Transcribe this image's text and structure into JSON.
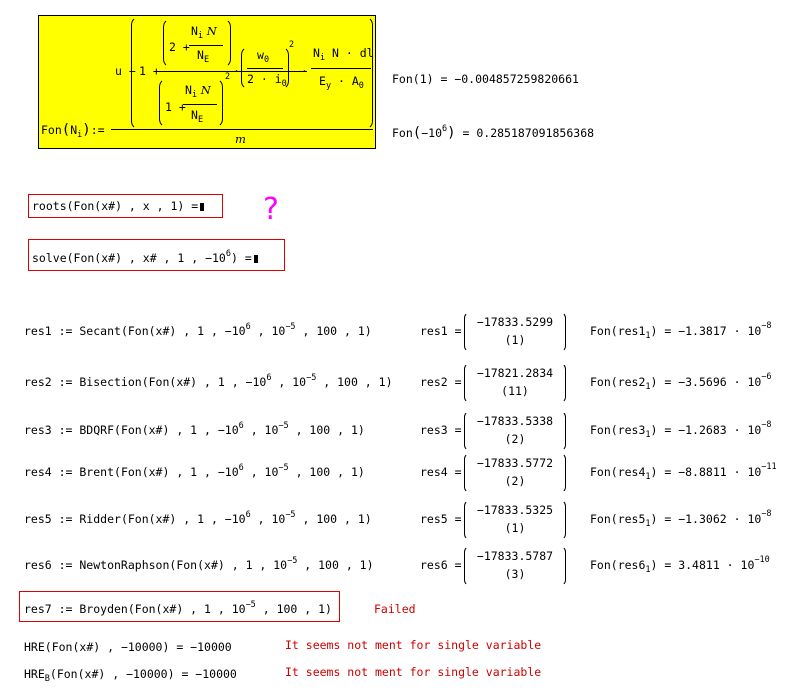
{
  "definition": {
    "lhs": "Fon",
    "lhs_arg": "N",
    "lhs_arg_sub": "i",
    "assign": ":=",
    "u": "u",
    "minus": "−",
    "one_plus": "1 +",
    "two_plus": "2 +",
    "N": "N",
    "i": "i",
    "E": "E",
    "w": "w",
    "zero": "0",
    "two_dot_i": "2 · i",
    "sq": "2",
    "dot": "·",
    "N_dl": "N · dl",
    "Ey": "E",
    "y": "y",
    "A": "A",
    "m": "m"
  },
  "fon_values": [
    {
      "lhs": "Fon(1)",
      "value": "= −0.004857259820661"
    },
    {
      "lhs_prefix": "Fon",
      "arg_base": "−10",
      "arg_exp": "6",
      "value": "= 0.285187091856368"
    }
  ],
  "roots_expr": {
    "text": "roots(Fon(x#) , x , 1) ="
  },
  "solve_expr": {
    "text": "solve(Fon(x#) , x# , 1 , −10",
    "exp": "6",
    "tail": ") ="
  },
  "question_mark": "?",
  "methods": [
    {
      "lhs": "res1 := Secant",
      "args": "(Fon(x#) , 1 , −10",
      "exp1": "6",
      "mid": " , 10",
      "exp2": "−5",
      "tail": " , 100 , 1)",
      "res_label": "res1 =",
      "root": "−17833.5299",
      "iter": "(1)",
      "fon_label": "Fon(res1",
      "fon_sub": "1",
      "fon_value": ") = −1.3817 · 10",
      "fon_exp": "−8"
    },
    {
      "lhs": "res2 := Bisection",
      "args": "(Fon(x#) , 1 , −10",
      "exp1": "6",
      "mid": " , 10",
      "exp2": "−5",
      "tail": " , 100 , 1)",
      "res_label": "res2 =",
      "root": "−17821.2834",
      "iter": "(11)",
      "fon_label": "Fon(res2",
      "fon_sub": "1",
      "fon_value": ") = −3.5696 · 10",
      "fon_exp": "−6"
    },
    {
      "lhs": "res3 := BDQRF",
      "args": "(Fon(x#) , 1 , −10",
      "exp1": "6",
      "mid": " , 10",
      "exp2": "−5",
      "tail": " , 100 , 1)",
      "res_label": "res3 =",
      "root": "−17833.5338",
      "iter": "(2)",
      "fon_label": "Fon(res3",
      "fon_sub": "1",
      "fon_value": ") = −1.2683 · 10",
      "fon_exp": "−8"
    },
    {
      "lhs": "res4 := Brent",
      "args": "(Fon(x#) , 1 , −10",
      "exp1": "6",
      "mid": " , 10",
      "exp2": "−5",
      "tail": " , 100 , 1)",
      "res_label": "res4 =",
      "root": "−17833.5772",
      "iter": "(2)",
      "fon_label": "Fon(res4",
      "fon_sub": "1",
      "fon_value": ") = −8.8811 · 10",
      "fon_exp": "−11"
    },
    {
      "lhs": "res5 := Ridder",
      "args": "(Fon(x#) , 1 , −10",
      "exp1": "6",
      "mid": " , 10",
      "exp2": "−5",
      "tail": " , 100 , 1)",
      "res_label": "res5 =",
      "root": "−17833.5325",
      "iter": "(1)",
      "fon_label": "Fon(res5",
      "fon_sub": "1",
      "fon_value": ") = −1.3062 · 10",
      "fon_exp": "−8"
    },
    {
      "lhs": "res6 := NewtonRaphson",
      "args": "(Fon(x#) , 1 , 10",
      "exp1": "−5",
      "mid": " , 100 , 1)",
      "exp2": "",
      "tail": "",
      "res_label": "res6 =",
      "root": "−17833.5787",
      "iter": "(3)",
      "fon_label": "Fon(res6",
      "fon_sub": "1",
      "fon_value": ") = 3.4811 · 10",
      "fon_exp": "−10"
    }
  ],
  "broyden": {
    "lhs": "res7 := Broyden",
    "args": "(Fon(x#) , 1 , 10",
    "exp": "−5",
    "tail": " , 100 , 1)",
    "status": "Failed"
  },
  "hre": [
    {
      "name": "HRE",
      "sub": "",
      "expr": "(Fon(x#) , −10000) = −10000",
      "note": "It seems not ment for single variable"
    },
    {
      "name": "HRE",
      "sub": "B",
      "expr": "(Fon(x#) , −10000) = −10000",
      "note": "It seems not ment for single variable"
    }
  ],
  "colors": {
    "highlight": "#ffff00",
    "error_red": "#d00000",
    "box_red": "#e00000",
    "question": "#ff00ff"
  }
}
